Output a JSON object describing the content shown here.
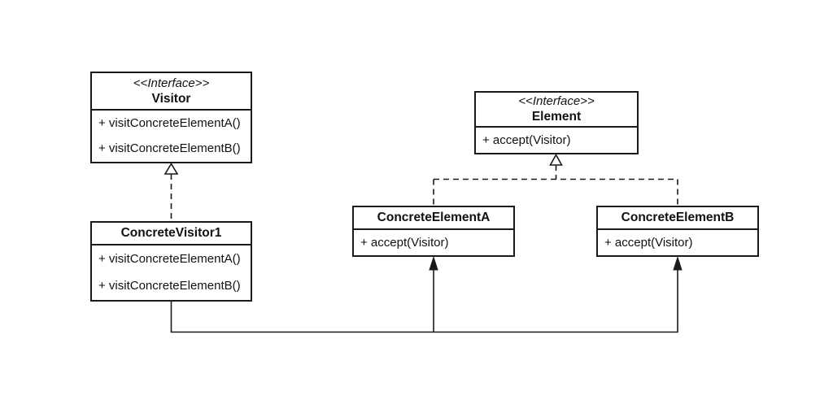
{
  "diagram": {
    "kind": "uml-class-diagram",
    "pattern": "Visitor",
    "colors": {
      "background": "#ffffff",
      "stroke": "#1a1a1a",
      "box_fill": "#ffffff",
      "text": "#111111"
    },
    "classes": {
      "visitor": {
        "stereotype": "<<Interface>>",
        "name": "Visitor",
        "methods": [
          "+ visitConcreteElementA()",
          "+ visitConcreteElementB()"
        ]
      },
      "concreteVisitor1": {
        "name": "ConcreteVisitor1",
        "methods": [
          "+ visitConcreteElementA()",
          "+ visitConcreteElementB()"
        ]
      },
      "element": {
        "stereotype": "<<Interface>>",
        "name": "Element",
        "methods": [
          "+ accept(Visitor)"
        ]
      },
      "concreteElementA": {
        "name": "ConcreteElementA",
        "methods": [
          "+ accept(Visitor)"
        ]
      },
      "concreteElementB": {
        "name": "ConcreteElementB",
        "methods": [
          "+ accept(Visitor)"
        ]
      }
    },
    "relationships": [
      {
        "type": "realization",
        "from": "ConcreteVisitor1",
        "to": "Visitor",
        "line": "dashed",
        "arrowhead": "hollow-triangle"
      },
      {
        "type": "realization",
        "from": "ConcreteElementA",
        "to": "Element",
        "line": "dashed",
        "arrowhead": "hollow-triangle"
      },
      {
        "type": "realization",
        "from": "ConcreteElementB",
        "to": "Element",
        "line": "dashed",
        "arrowhead": "hollow-triangle"
      },
      {
        "type": "dependency",
        "from": "ConcreteVisitor1",
        "to": "ConcreteElementA",
        "line": "solid",
        "arrowhead": "filled-triangle"
      },
      {
        "type": "dependency",
        "from": "ConcreteVisitor1",
        "to": "ConcreteElementB",
        "line": "solid",
        "arrowhead": "filled-triangle"
      }
    ]
  }
}
